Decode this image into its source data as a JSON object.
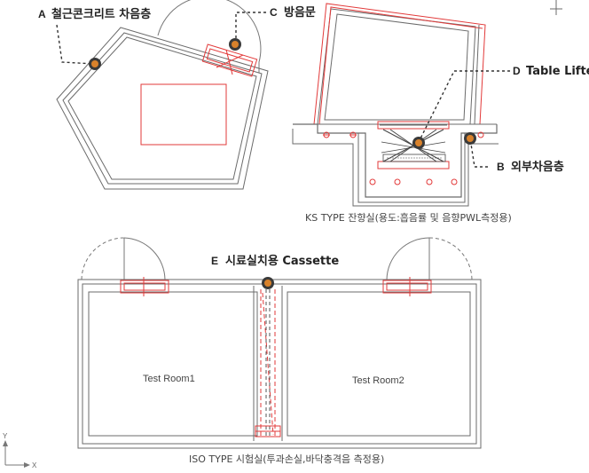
{
  "callouts": {
    "a": {
      "letter": "A",
      "label": "철근콘크리트 차음층"
    },
    "b": {
      "letter": "B",
      "label": "외부차음층"
    },
    "c": {
      "letter": "C",
      "label": "방음문"
    },
    "d": {
      "letter": "D",
      "label": "Table Lifter"
    },
    "e": {
      "letter": "E",
      "label": "시료실치용 Cassette"
    }
  },
  "captions": {
    "ks": "KS TYPE 잔향실(용도:흡음률 및 음향PWL측정용)",
    "iso": "ISO TYPE 시험실(투과손실,바닥충격음 측정용)"
  },
  "rooms": {
    "room1": "Test Room1",
    "room2": "Test Room2"
  },
  "axes": {
    "x": "X",
    "y": "Y"
  },
  "colors": {
    "wall": "#6b6b6b",
    "detail": "#e23a3a",
    "marker_ring": "#3a3a3a",
    "marker_core": "#d9822b"
  }
}
